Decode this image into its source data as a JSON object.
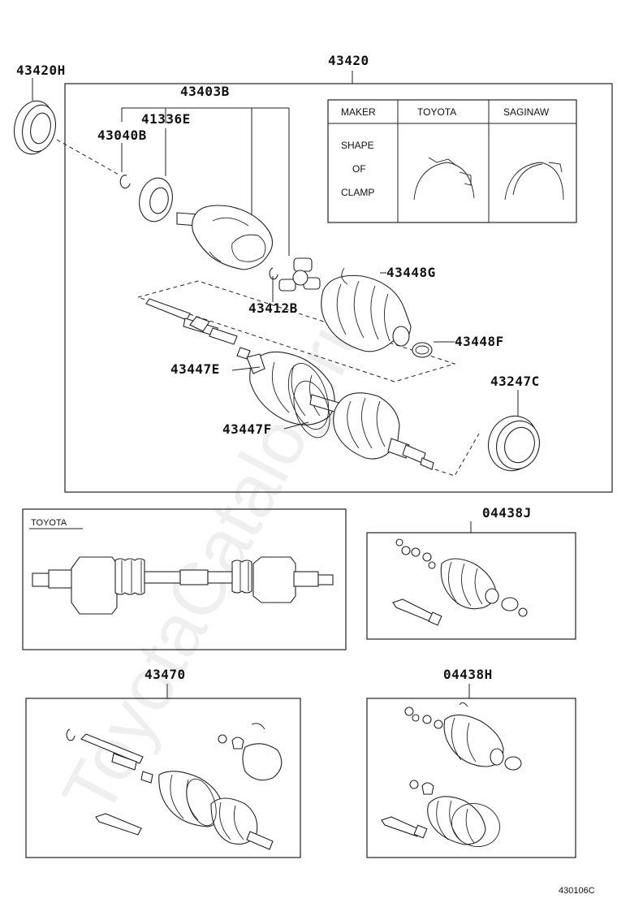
{
  "watermark": "ToyotaCatalog.ru",
  "labels": {
    "assembly_main": "43420",
    "seal_outer": "43420H",
    "inner_joint_boot_kit": "43403B",
    "spacer_41336e": "41336E",
    "snap_ring_43040b": "43040B",
    "tripod_43412b": "43412B",
    "outer_boot_43448g": "43448G",
    "clamp_43448f": "43448F",
    "shaft_43447e": "43447E",
    "boot_43447f": "43447F",
    "seal_43247c": "43247C",
    "kit_04438j": "04438J",
    "assembly_43470": "43470",
    "kit_04438h": "04438H",
    "page_code": "430106C"
  },
  "clamp_table": {
    "header": [
      "MAKER",
      "TOYOTA",
      "SAGINAW"
    ],
    "row_label": [
      "SHAPE",
      "OF",
      "CLAMP"
    ]
  },
  "toyota_box": {
    "title": "TOYOTA"
  }
}
